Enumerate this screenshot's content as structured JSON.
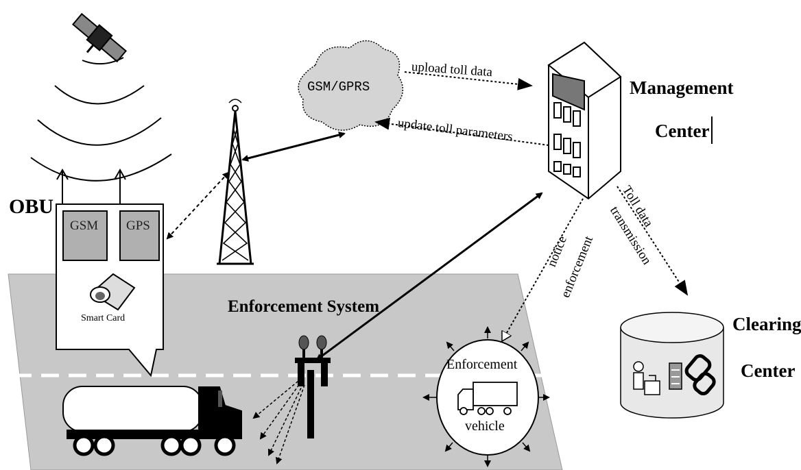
{
  "labels": {
    "obu": "OBU",
    "gsm_module": "GSM",
    "gps_module": "GPS",
    "smart_card": "Smart Card",
    "gsm_gprs": "GSM/GPRS",
    "upload": "upload toll data",
    "update": "update toll parameters",
    "management_line1": "Management",
    "management_line2": "Center",
    "toll_line1": "Toll data",
    "toll_line2": "transmission",
    "notice": "notice",
    "enforcement_arrow": "enforcement",
    "enforcement_system": "Enforcement System",
    "enforcement_vehicle_line1": "Enforcement",
    "enforcement_vehicle_line2": "vehicle",
    "clearing_line1": "Clearing",
    "clearing_line2": "Center"
  },
  "icons": [
    "satellite-icon",
    "antenna-tower-icon",
    "building-icon",
    "truck-icon",
    "gantry-icon",
    "enforcement-vehicle-icon",
    "server-icon",
    "person-icon"
  ],
  "colors": {
    "road": "#c8c8c8",
    "cloud": "#d4d4d4",
    "module": "#b0b0b0",
    "ink": "#000000"
  }
}
